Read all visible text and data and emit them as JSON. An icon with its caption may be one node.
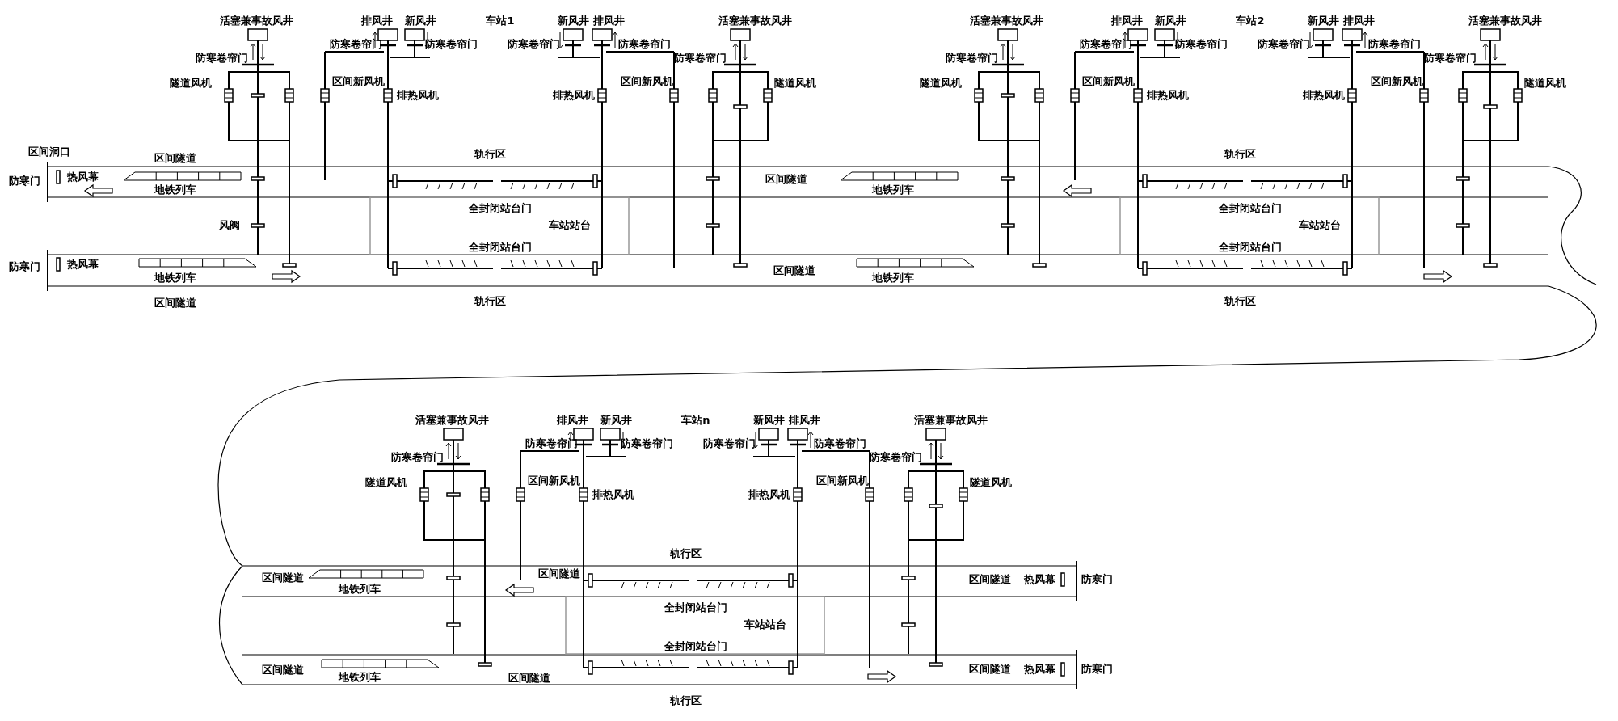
{
  "diagram": {
    "labels": [
      "区间洞口",
      "区间隧道",
      "防寒门",
      "热风幕",
      "地铁列车",
      "风阀",
      "防寒门",
      "热风幕",
      "地铁列车",
      "区间隧道",
      "活塞兼事故风井",
      "排风井",
      "新风井",
      "车站1",
      "新风井",
      "排风井",
      "活塞兼事故风井",
      "防寒卷帘门",
      "防寒卷帘门",
      "防寒卷帘门",
      "防寒卷帘门",
      "防寒卷帘门",
      "防寒卷帘门",
      "隧道风机",
      "区间新风机",
      "区间新风机",
      "隧道风机",
      "排热风机",
      "排热风机",
      "轨行区",
      "全封闭站台门",
      "车站站台",
      "全封闭站台门",
      "轨行区",
      "区间隧道",
      "地铁列车",
      "区间隧道",
      "地铁列车",
      "活塞兼事故风井",
      "排风井",
      "新风井",
      "车站2",
      "新风井",
      "排风井",
      "活塞兼事故风井",
      "防寒卷帘门",
      "防寒卷帘门",
      "防寒卷帘门",
      "防寒卷帘门",
      "防寒卷帘门",
      "防寒卷帘门",
      "隧道风机",
      "区间新风机",
      "区间新风机",
      "隧道风机",
      "排热风机",
      "排热风机",
      "轨行区",
      "全封闭站台门",
      "车站站台",
      "全封闭站台门",
      "轨行区",
      "区间隧道",
      "地铁列车",
      "区间隧道",
      "区间隧道",
      "地铁列车",
      "区间隧道",
      "活塞兼事故风井",
      "排风井",
      "新风井",
      "车站n",
      "新风井",
      "排风井",
      "活塞兼事故风井",
      "防寒卷帘门",
      "防寒卷帘门",
      "防寒卷帘门",
      "防寒卷帘门",
      "防寒卷帘门",
      "防寒卷帘门",
      "隧道风机",
      "区间新风机",
      "区间新风机",
      "隧道风机",
      "排热风机",
      "排热风机",
      "轨行区",
      "全封闭站台门",
      "车站站台",
      "全封闭站台门",
      "轨行区",
      "区间隧道",
      "热风幕",
      "防寒门",
      "区间隧道",
      "热风幕",
      "防寒门"
    ]
  }
}
